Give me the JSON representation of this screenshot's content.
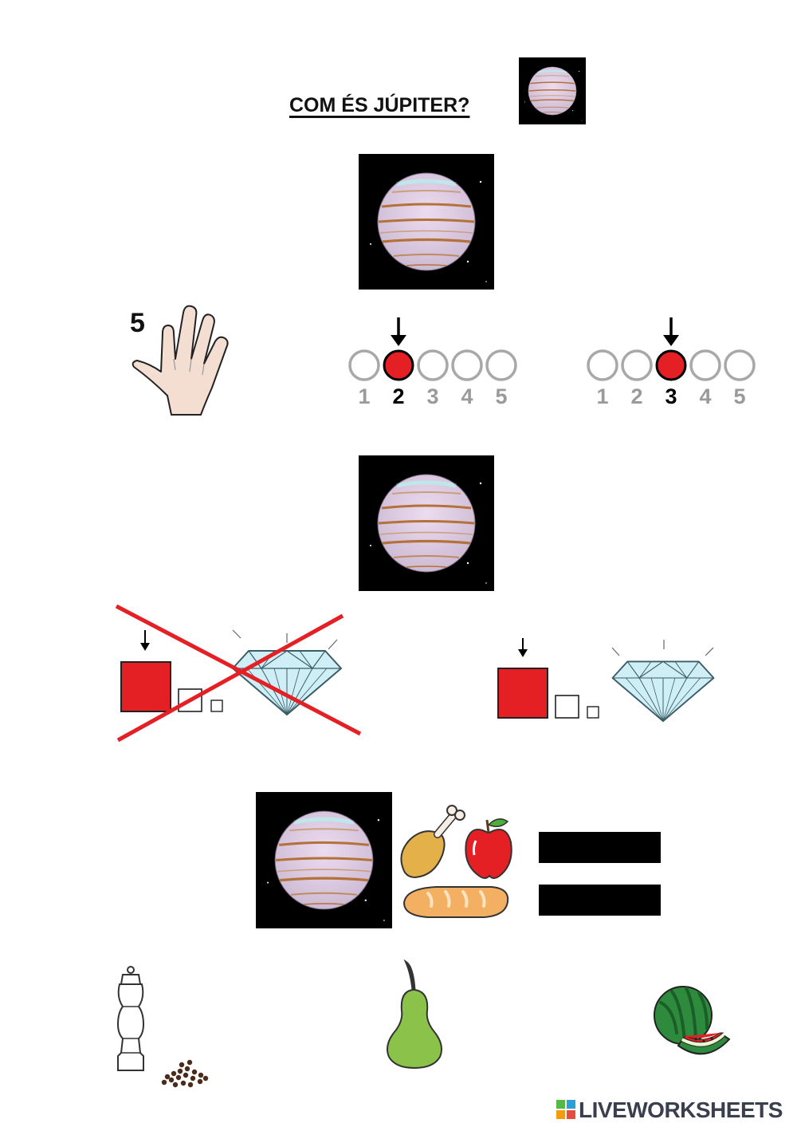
{
  "title": "COM ÉS JÚPITER?",
  "hand_number": "5",
  "scales": [
    {
      "numbers": [
        "1",
        "2",
        "3",
        "4",
        "5"
      ],
      "selected": 2
    },
    {
      "numbers": [
        "1",
        "2",
        "3",
        "4",
        "5"
      ],
      "selected": 3
    }
  ],
  "answer_blanks": 2,
  "brand": "LIVEWORKSHEETS",
  "brand_logo_letters": "LIVE",
  "colors": {
    "space": "#000000",
    "planet": "#dccbe0",
    "planet_band": "#b5713a",
    "red": "#e52025",
    "cross": "#e52025",
    "diamond": "#cfeef5",
    "inactive_number": "#9a9a9a"
  },
  "icons": [
    "jupiter-icon",
    "hand-icon",
    "red-square-icon",
    "diamond-icon",
    "food-icon",
    "pepper-mill-icon",
    "pear-icon",
    "watermelon-icon"
  ]
}
